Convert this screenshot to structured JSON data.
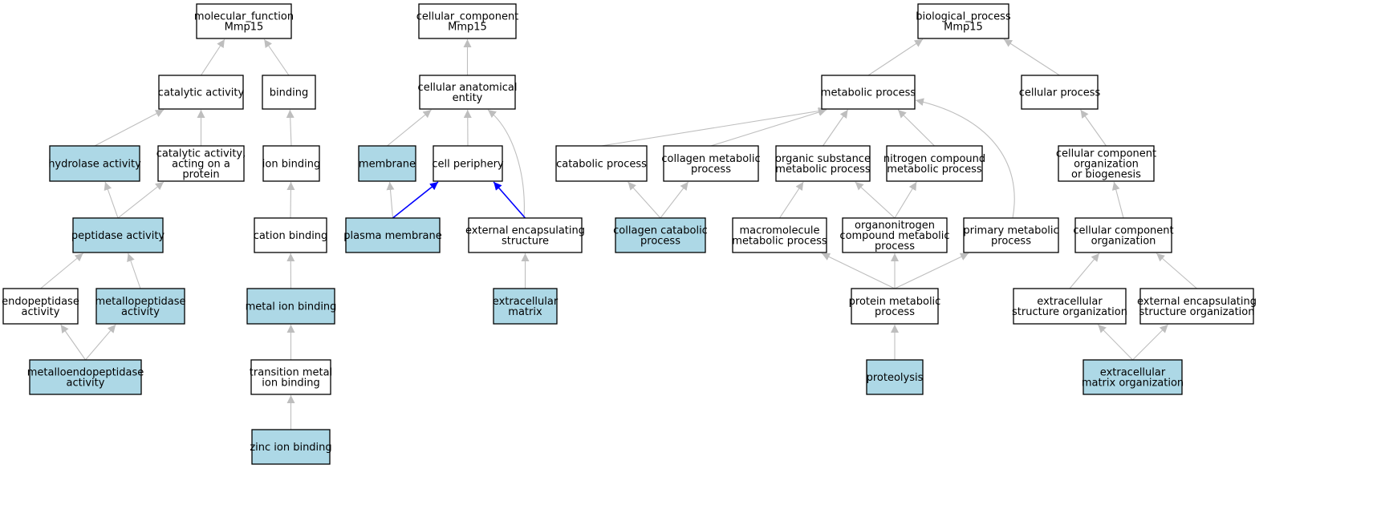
{
  "colors": {
    "highlight_fill": "#add8e6",
    "plain_fill": "#ffffff",
    "border": "#000000",
    "edge_default": "#bebebe",
    "edge_highlight": "#0000ff"
  },
  "nodes": [
    {
      "id": "molecular_function",
      "lines": [
        "molecular_function",
        "Mmp15"
      ],
      "highlight": false
    },
    {
      "id": "catalytic_activity",
      "lines": [
        "catalytic activity"
      ],
      "highlight": false
    },
    {
      "id": "binding",
      "lines": [
        "binding"
      ],
      "highlight": false
    },
    {
      "id": "hydrolase_activity",
      "lines": [
        "hydrolase activity"
      ],
      "highlight": true
    },
    {
      "id": "catalytic_activity_protein",
      "lines": [
        "catalytic activity,",
        "acting on a",
        "protein"
      ],
      "highlight": false
    },
    {
      "id": "ion_binding",
      "lines": [
        "ion binding"
      ],
      "highlight": false
    },
    {
      "id": "peptidase_activity",
      "lines": [
        "peptidase activity"
      ],
      "highlight": true
    },
    {
      "id": "cation_binding",
      "lines": [
        "cation binding"
      ],
      "highlight": false
    },
    {
      "id": "endopeptidase_activity",
      "lines": [
        "endopeptidase",
        "activity"
      ],
      "highlight": false
    },
    {
      "id": "metallopeptidase_activity",
      "lines": [
        "metallopeptidase",
        "activity"
      ],
      "highlight": true
    },
    {
      "id": "metal_ion_binding",
      "lines": [
        "metal ion binding"
      ],
      "highlight": true
    },
    {
      "id": "metalloendopeptidase_activity",
      "lines": [
        "metalloendopeptidase",
        "activity"
      ],
      "highlight": true
    },
    {
      "id": "transition_metal_ion_binding",
      "lines": [
        "transition metal",
        "ion binding"
      ],
      "highlight": false
    },
    {
      "id": "zinc_ion_binding",
      "lines": [
        "zinc ion binding"
      ],
      "highlight": true
    },
    {
      "id": "cellular_component",
      "lines": [
        "cellular_component",
        "Mmp15"
      ],
      "highlight": false
    },
    {
      "id": "cellular_anatomical_entity",
      "lines": [
        "cellular anatomical",
        "entity"
      ],
      "highlight": false
    },
    {
      "id": "membrane",
      "lines": [
        "membrane"
      ],
      "highlight": true
    },
    {
      "id": "cell_periphery",
      "lines": [
        "cell periphery"
      ],
      "highlight": false
    },
    {
      "id": "plasma_membrane",
      "lines": [
        "plasma membrane"
      ],
      "highlight": true
    },
    {
      "id": "external_encapsulating_structure",
      "lines": [
        "external encapsulating",
        "structure"
      ],
      "highlight": false
    },
    {
      "id": "extracellular_matrix",
      "lines": [
        "extracellular",
        "matrix"
      ],
      "highlight": true
    },
    {
      "id": "biological_process",
      "lines": [
        "biological_process",
        "Mmp15"
      ],
      "highlight": false
    },
    {
      "id": "metabolic_process",
      "lines": [
        "metabolic process"
      ],
      "highlight": false
    },
    {
      "id": "cellular_process",
      "lines": [
        "cellular process"
      ],
      "highlight": false
    },
    {
      "id": "catabolic_process",
      "lines": [
        "catabolic process"
      ],
      "highlight": false
    },
    {
      "id": "collagen_metabolic_process",
      "lines": [
        "collagen metabolic",
        "process"
      ],
      "highlight": false
    },
    {
      "id": "organic_substance_metabolic_process",
      "lines": [
        "organic substance",
        "metabolic process"
      ],
      "highlight": false
    },
    {
      "id": "nitrogen_compound_metabolic_process",
      "lines": [
        "nitrogen compound",
        "metabolic process"
      ],
      "highlight": false
    },
    {
      "id": "ccob",
      "lines": [
        "cellular component",
        "organization",
        "or biogenesis"
      ],
      "highlight": false
    },
    {
      "id": "collagen_catabolic_process",
      "lines": [
        "collagen catabolic",
        "process"
      ],
      "highlight": true
    },
    {
      "id": "macromolecule_metabolic_process",
      "lines": [
        "macromolecule",
        "metabolic process"
      ],
      "highlight": false
    },
    {
      "id": "organonitrogen_compound_metabolic_process",
      "lines": [
        "organonitrogen",
        "compound metabolic",
        "process"
      ],
      "highlight": false
    },
    {
      "id": "primary_metabolic_process",
      "lines": [
        "primary metabolic",
        "process"
      ],
      "highlight": false
    },
    {
      "id": "cellular_component_organization",
      "lines": [
        "cellular component",
        "organization"
      ],
      "highlight": false
    },
    {
      "id": "protein_metabolic_process",
      "lines": [
        "protein metabolic",
        "process"
      ],
      "highlight": false
    },
    {
      "id": "extracellular_structure_organization",
      "lines": [
        "extracellular",
        "structure organization"
      ],
      "highlight": false
    },
    {
      "id": "external_encapsulating_structure_organization",
      "lines": [
        "external encapsulating",
        "structure organization"
      ],
      "highlight": false
    },
    {
      "id": "proteolysis",
      "lines": [
        "proteolysis"
      ],
      "highlight": true
    },
    {
      "id": "extracellular_matrix_organization",
      "lines": [
        "extracellular",
        "matrix organization"
      ],
      "highlight": true
    }
  ],
  "edges": [
    {
      "from": "catalytic_activity",
      "to": "molecular_function",
      "color": "default"
    },
    {
      "from": "binding",
      "to": "molecular_function",
      "color": "default"
    },
    {
      "from": "hydrolase_activity",
      "to": "catalytic_activity",
      "color": "default"
    },
    {
      "from": "catalytic_activity_protein",
      "to": "catalytic_activity",
      "color": "default"
    },
    {
      "from": "ion_binding",
      "to": "binding",
      "color": "default"
    },
    {
      "from": "peptidase_activity",
      "to": "hydrolase_activity",
      "color": "default"
    },
    {
      "from": "peptidase_activity",
      "to": "catalytic_activity_protein",
      "color": "default"
    },
    {
      "from": "cation_binding",
      "to": "ion_binding",
      "color": "default"
    },
    {
      "from": "endopeptidase_activity",
      "to": "peptidase_activity",
      "color": "default"
    },
    {
      "from": "metallopeptidase_activity",
      "to": "peptidase_activity",
      "color": "default"
    },
    {
      "from": "metal_ion_binding",
      "to": "cation_binding",
      "color": "default"
    },
    {
      "from": "metalloendopeptidase_activity",
      "to": "endopeptidase_activity",
      "color": "default"
    },
    {
      "from": "metalloendopeptidase_activity",
      "to": "metallopeptidase_activity",
      "color": "default"
    },
    {
      "from": "transition_metal_ion_binding",
      "to": "metal_ion_binding",
      "color": "default"
    },
    {
      "from": "zinc_ion_binding",
      "to": "transition_metal_ion_binding",
      "color": "default"
    },
    {
      "from": "cellular_anatomical_entity",
      "to": "cellular_component",
      "color": "default"
    },
    {
      "from": "membrane",
      "to": "cellular_anatomical_entity",
      "color": "default"
    },
    {
      "from": "cell_periphery",
      "to": "cellular_anatomical_entity",
      "color": "default"
    },
    {
      "from": "external_encapsulating_structure",
      "to": "cellular_anatomical_entity",
      "color": "default",
      "curve": true
    },
    {
      "from": "plasma_membrane",
      "to": "membrane",
      "color": "default"
    },
    {
      "from": "plasma_membrane",
      "to": "cell_periphery",
      "color": "highlight"
    },
    {
      "from": "external_encapsulating_structure",
      "to": "cell_periphery",
      "color": "highlight"
    },
    {
      "from": "extracellular_matrix",
      "to": "external_encapsulating_structure",
      "color": "default"
    },
    {
      "from": "metabolic_process",
      "to": "biological_process",
      "color": "default"
    },
    {
      "from": "cellular_process",
      "to": "biological_process",
      "color": "default"
    },
    {
      "from": "catabolic_process",
      "to": "metabolic_process",
      "color": "default"
    },
    {
      "from": "collagen_metabolic_process",
      "to": "metabolic_process",
      "color": "default"
    },
    {
      "from": "organic_substance_metabolic_process",
      "to": "metabolic_process",
      "color": "default"
    },
    {
      "from": "nitrogen_compound_metabolic_process",
      "to": "metabolic_process",
      "color": "default"
    },
    {
      "from": "primary_metabolic_process",
      "to": "metabolic_process",
      "color": "default",
      "curve": true
    },
    {
      "from": "ccob",
      "to": "cellular_process",
      "color": "default"
    },
    {
      "from": "collagen_catabolic_process",
      "to": "catabolic_process",
      "color": "default"
    },
    {
      "from": "collagen_catabolic_process",
      "to": "collagen_metabolic_process",
      "color": "default"
    },
    {
      "from": "macromolecule_metabolic_process",
      "to": "organic_substance_metabolic_process",
      "color": "default"
    },
    {
      "from": "organonitrogen_compound_metabolic_process",
      "to": "organic_substance_metabolic_process",
      "color": "default"
    },
    {
      "from": "organonitrogen_compound_metabolic_process",
      "to": "nitrogen_compound_metabolic_process",
      "color": "default"
    },
    {
      "from": "cellular_component_organization",
      "to": "ccob",
      "color": "default"
    },
    {
      "from": "protein_metabolic_process",
      "to": "macromolecule_metabolic_process",
      "color": "default"
    },
    {
      "from": "protein_metabolic_process",
      "to": "organonitrogen_compound_metabolic_process",
      "color": "default"
    },
    {
      "from": "protein_metabolic_process",
      "to": "primary_metabolic_process",
      "color": "default"
    },
    {
      "from": "extracellular_structure_organization",
      "to": "cellular_component_organization",
      "color": "default"
    },
    {
      "from": "external_encapsulating_structure_organization",
      "to": "cellular_component_organization",
      "color": "default"
    },
    {
      "from": "proteolysis",
      "to": "protein_metabolic_process",
      "color": "default"
    },
    {
      "from": "extracellular_matrix_organization",
      "to": "extracellular_structure_organization",
      "color": "default"
    },
    {
      "from": "extracellular_matrix_organization",
      "to": "external_encapsulating_structure_organization",
      "color": "default"
    }
  ]
}
